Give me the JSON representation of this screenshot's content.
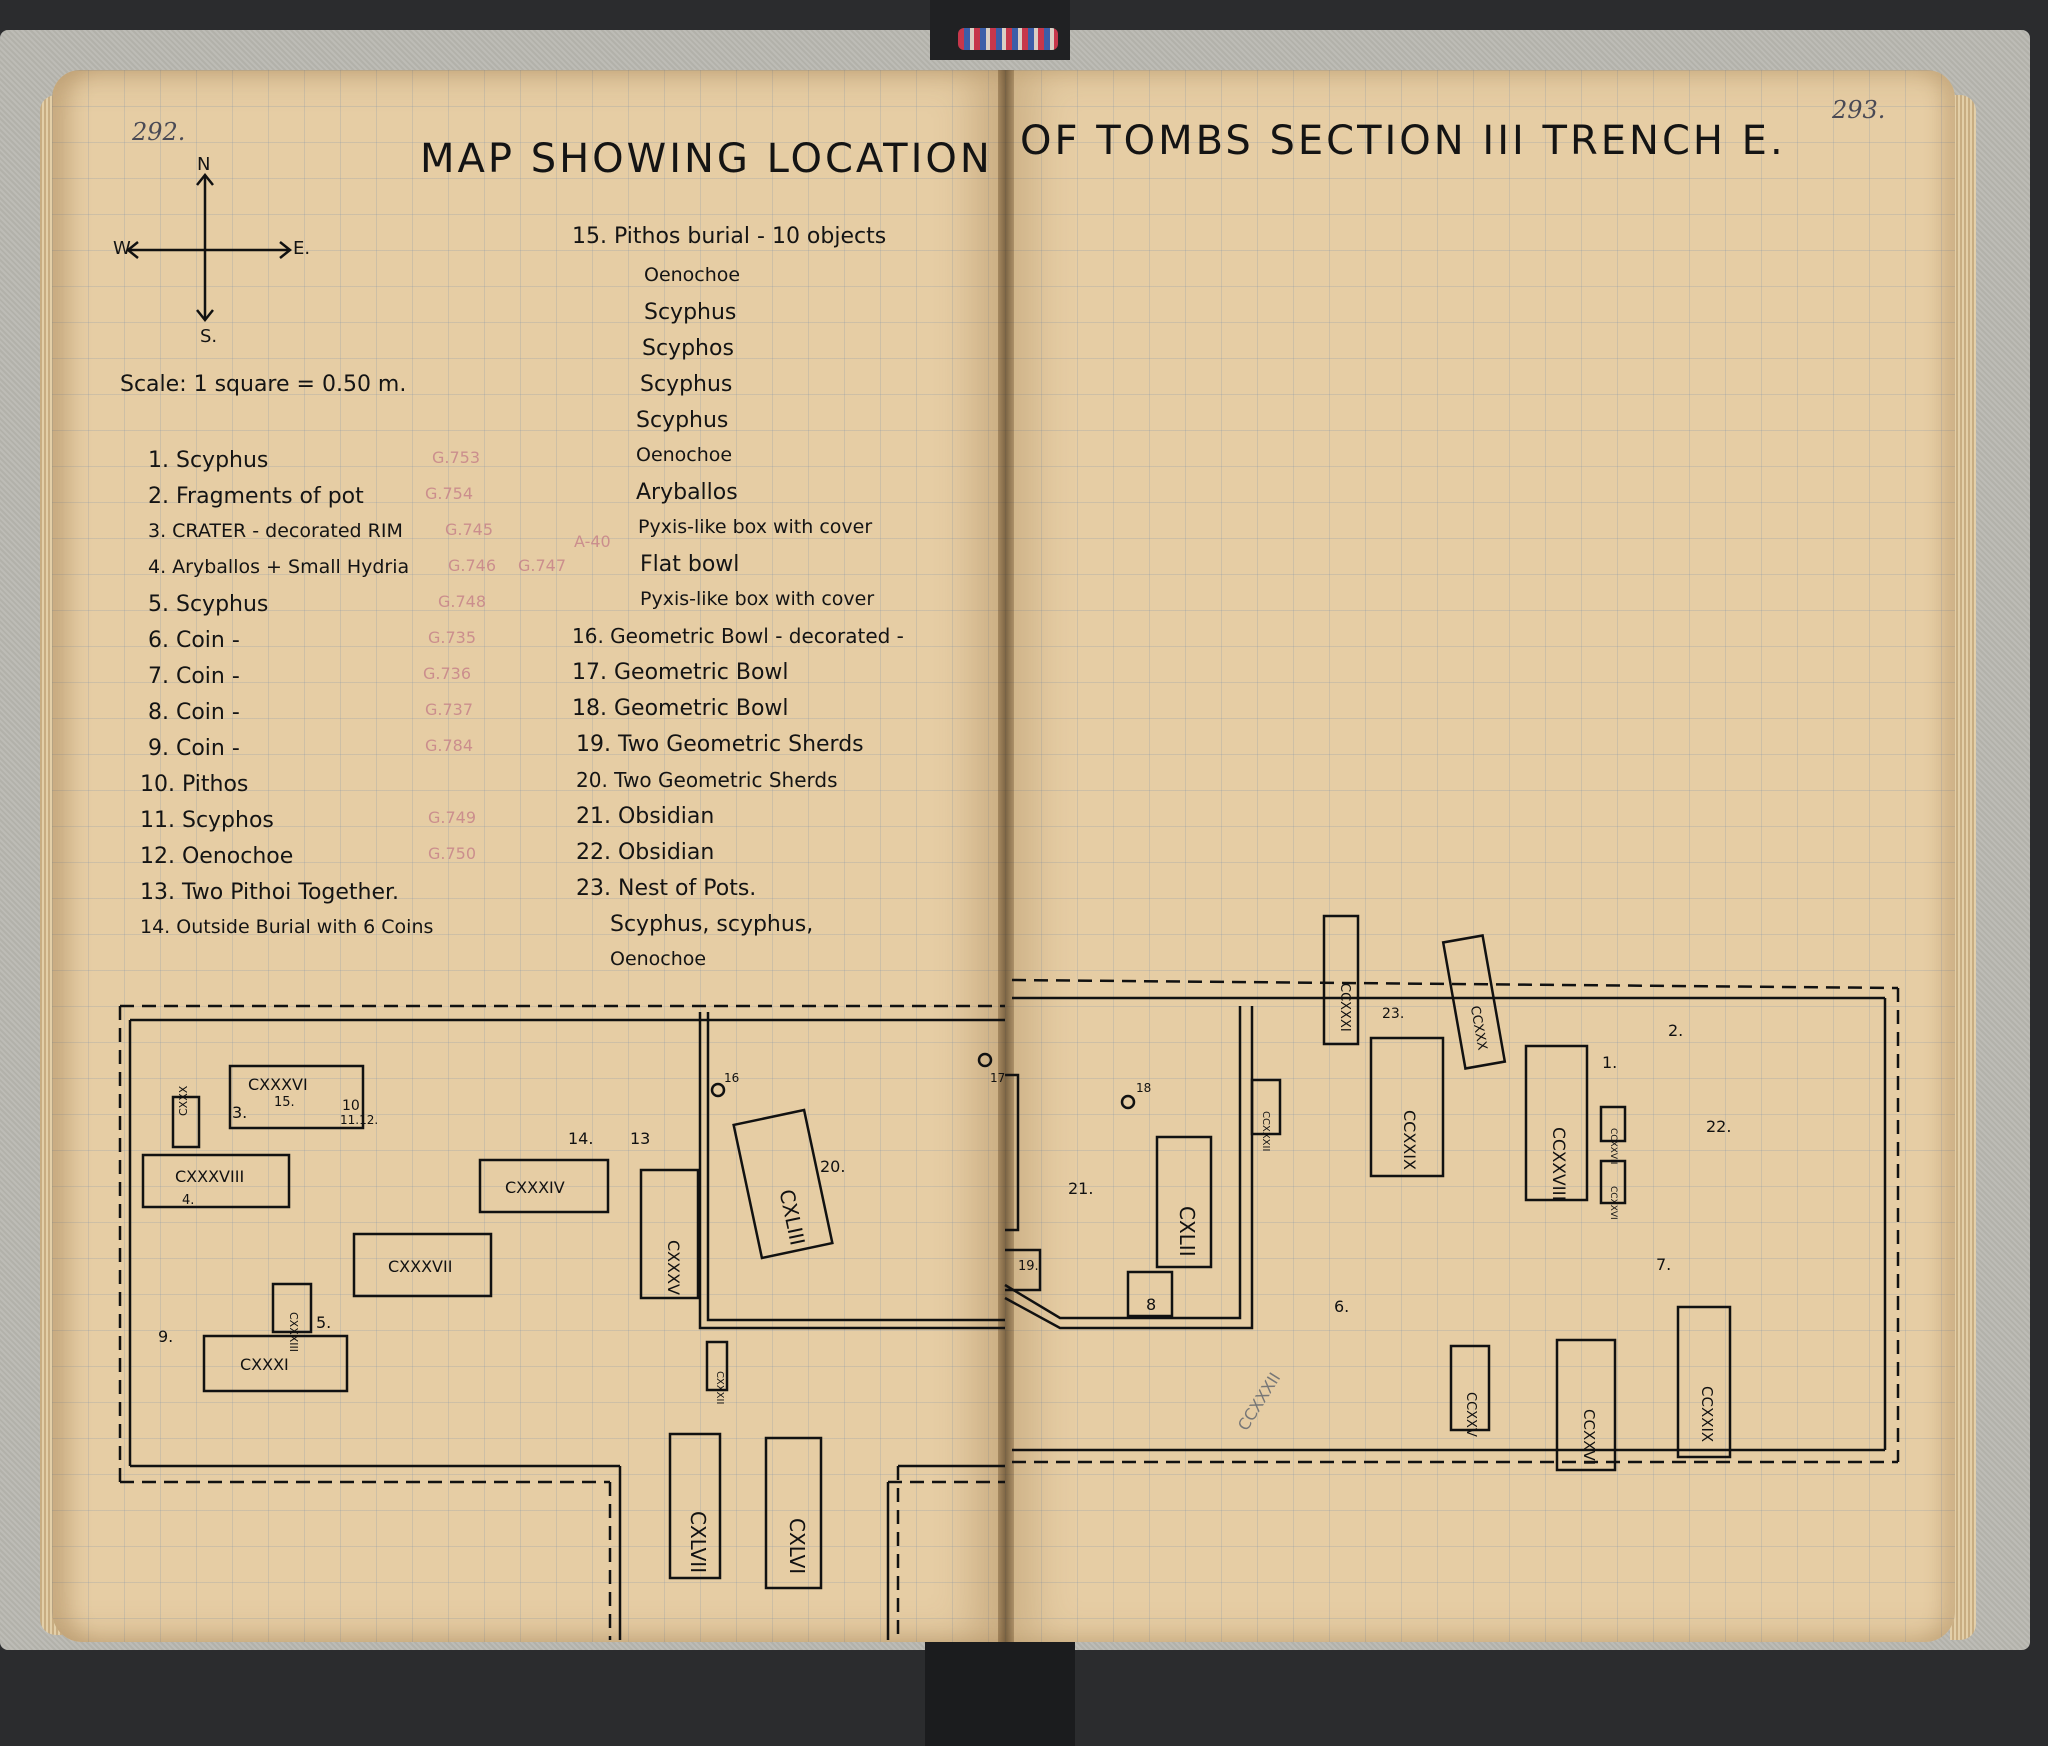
{
  "left_page": {
    "page_number": "292.",
    "title": "MAP SHOWING LOCATION",
    "compass": {
      "n": "N",
      "s": "S.",
      "e": "E.",
      "w": "W"
    },
    "scale": "Scale: 1 square = 0.50 m.",
    "items_col1": [
      "1. Scyphus",
      "2. Fragments of pot",
      "3. CRATER - decorated RIM",
      "4. Aryballos + Small Hydria",
      "5. Scyphus",
      "6. Coin -",
      "7. Coin -",
      "8. Coin -",
      "9. Coin -",
      "10. Pithos",
      "11. Scyphos",
      "12. Oenochoe",
      "13. Two Pithoi Together.",
      "14. Outside Burial with 6 Coins"
    ],
    "items_col2": [
      "15. Pithos burial - 10 objects",
      "Oenochoe",
      "Scyphus",
      "Scyphos",
      "Scyphus",
      "Scyphus",
      "Oenochoe",
      "Aryballos",
      "Pyxis-like box with cover",
      "Flat bowl",
      "Pyxis-like box with cover",
      "16. Geometric Bowl - decorated -",
      "17. Geometric Bowl",
      "18. Geometric Bowl",
      "19. Two Geometric Sherds",
      "20. Two Geometric Sherds",
      "21. Obsidian",
      "22. Obsidian",
      "23. Nest of Pots.",
      "Scyphus, scyphus,",
      "Oenochoe"
    ],
    "grefs": [
      "G.753",
      "G.754",
      "G.745",
      "G.746",
      "G.747",
      "G.748",
      "G.735",
      "G.736",
      "G.737",
      "G.784",
      "G.749",
      "G.750"
    ],
    "a_ref": "A-40",
    "map_notes": [
      "3.",
      "15.",
      "10",
      "11.12.",
      "4.",
      "14.",
      "13",
      "16",
      "20.",
      "9.",
      "5."
    ],
    "tombs": [
      "CXXXVI",
      "CXXX",
      "CXXXVIII",
      "CXXXIV",
      "CXXXVII",
      "CXXXI",
      "CXXXV",
      "CXXXIII",
      "CXLIII",
      "CXXXII",
      "CXLVII",
      "CXLVI"
    ]
  },
  "right_page": {
    "page_number": "293.",
    "title": "OF TOMBS SECTION III TRENCH E.",
    "map_notes": [
      "17",
      "18",
      "21.",
      "19.",
      "8",
      "6.",
      "23.",
      "1.",
      "2.",
      "22.",
      "7."
    ],
    "tombs": [
      "CXLII",
      "CCXXXI",
      "CCXXX",
      "CCXXIX",
      "CCXXXII",
      "CCXXVIII",
      "CCXXVII",
      "CCXXVI",
      "CCXXV",
      "CCXXVI",
      "CCXXIX",
      "CCXXXII"
    ]
  }
}
